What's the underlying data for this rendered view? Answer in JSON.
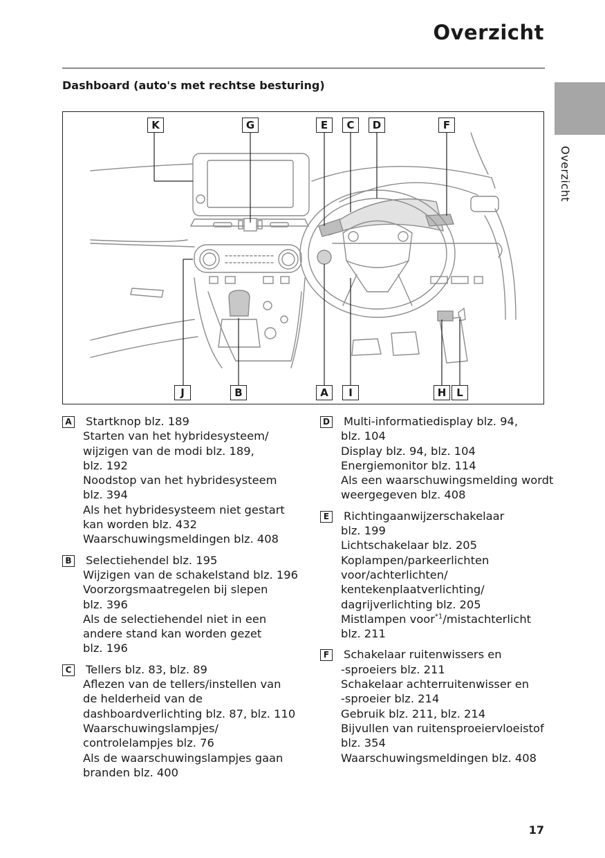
{
  "header": {
    "title": "Overzicht",
    "section": "Dashboard (auto's met rechtse besturing)",
    "side_tab": "Overzicht"
  },
  "figure": {
    "callouts_top": [
      "K",
      "G",
      "E",
      "C",
      "D",
      "F"
    ],
    "callouts_bottom": [
      "J",
      "B",
      "A",
      "I",
      "H",
      "L"
    ]
  },
  "entries_left": [
    {
      "key": "A",
      "head": "Startknop blz. 189",
      "lines": [
        "Starten van het hybridesysteem/",
        "wijzigen van de modi blz. 189,",
        "blz. 192",
        "Noodstop van het hybridesysteem",
        "blz. 394",
        "Als het hybridesysteem niet gestart",
        "kan worden blz. 432",
        "Waarschuwingsmeldingen blz. 408"
      ]
    },
    {
      "key": "B",
      "head": "Selectiehendel blz. 195",
      "lines": [
        "Wijzigen van de schakelstand blz. 196",
        "Voorzorgsmaatregelen bij slepen",
        "blz. 396",
        "Als de selectiehendel niet in een",
        "andere stand kan worden gezet",
        "blz. 196"
      ]
    },
    {
      "key": "C",
      "head": "Tellers blz. 83, blz. 89",
      "lines": [
        "Aflezen van de tellers/instellen van",
        "de helderheid van de",
        "dashboardverlichting blz. 87, blz. 110",
        "Waarschuwingslampjes/",
        "controlelampjes blz. 76",
        "Als de waarschuwingslampjes gaan",
        "branden blz. 400"
      ]
    }
  ],
  "entries_right": [
    {
      "key": "D",
      "head": "Multi-informatiedisplay blz. 94,",
      "lines": [
        "blz. 104",
        "Display blz. 94, blz. 104",
        "Energiemonitor blz. 114",
        "Als een waarschuwingsmelding wordt",
        "weergegeven blz. 408"
      ]
    },
    {
      "key": "E",
      "head": "Richtingaanwijzerschakelaar",
      "lines": [
        "blz. 199",
        "Lichtschakelaar blz. 205",
        "Koplampen/parkeerlichten",
        "voor/achterlichten/",
        "kentekenplaatverlichting/",
        "dagrijverlichting blz. 205"
      ],
      "fog_line": {
        "before": "Mistlampen voor",
        "sup": "*1",
        "after": "/mistachterlicht"
      },
      "tail_lines": [
        "blz. 211"
      ]
    },
    {
      "key": "F",
      "head": "Schakelaar ruitenwissers en",
      "lines": [
        "-sproeiers blz. 211",
        "Schakelaar achterruitenwisser en",
        "-sproeier blz. 214",
        "Gebruik blz. 211, blz. 214",
        "Bijvullen van ruitensproeiervloeistof",
        "blz. 354",
        "Waarschuwingsmeldingen blz. 408"
      ]
    }
  ],
  "footer": {
    "page_number": "17"
  },
  "colors": {
    "side_tab": "#a6a6a6",
    "ink": "#1a1a1a",
    "drawing_gray": "#8c8c8c"
  }
}
